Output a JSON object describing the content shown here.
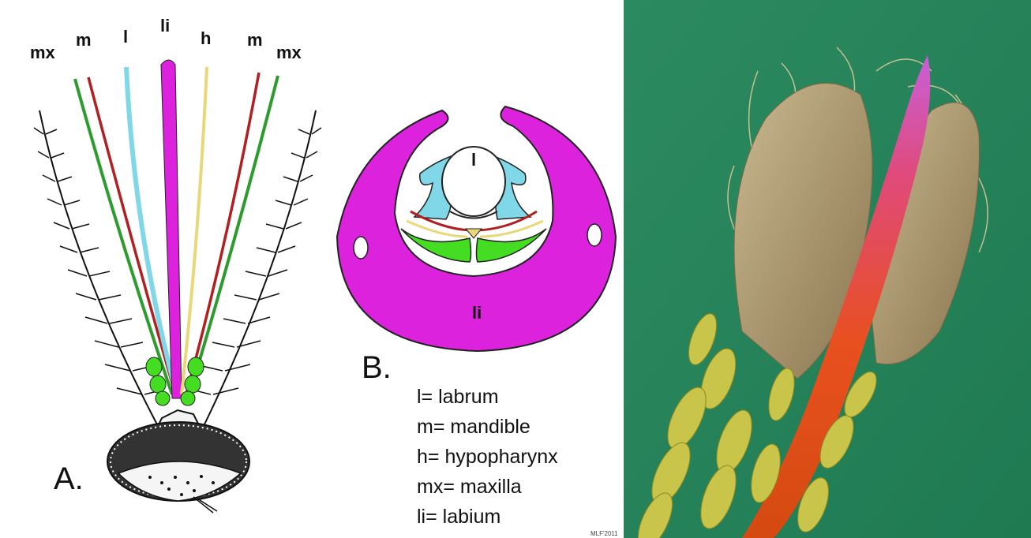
{
  "panelA": {
    "top_labels": [
      "mx",
      "m",
      "l",
      "li",
      "h",
      "m",
      "mx"
    ],
    "label": "A.",
    "colors": {
      "labium": "#dd22dd",
      "labrum": "#7fd7e8",
      "mandible": "#b02020",
      "maxilla": "#2e9b2e",
      "hypopharynx": "#e8d87a",
      "palp": "#44dd22"
    }
  },
  "panelB": {
    "label": "B.",
    "inner_label_l": "l",
    "inner_label_li": "li"
  },
  "legend": [
    "l= labrum",
    "m= mandible",
    "h= hypopharynx",
    "mx= maxilla",
    "li= labium"
  ],
  "credit": "MLF'2011"
}
